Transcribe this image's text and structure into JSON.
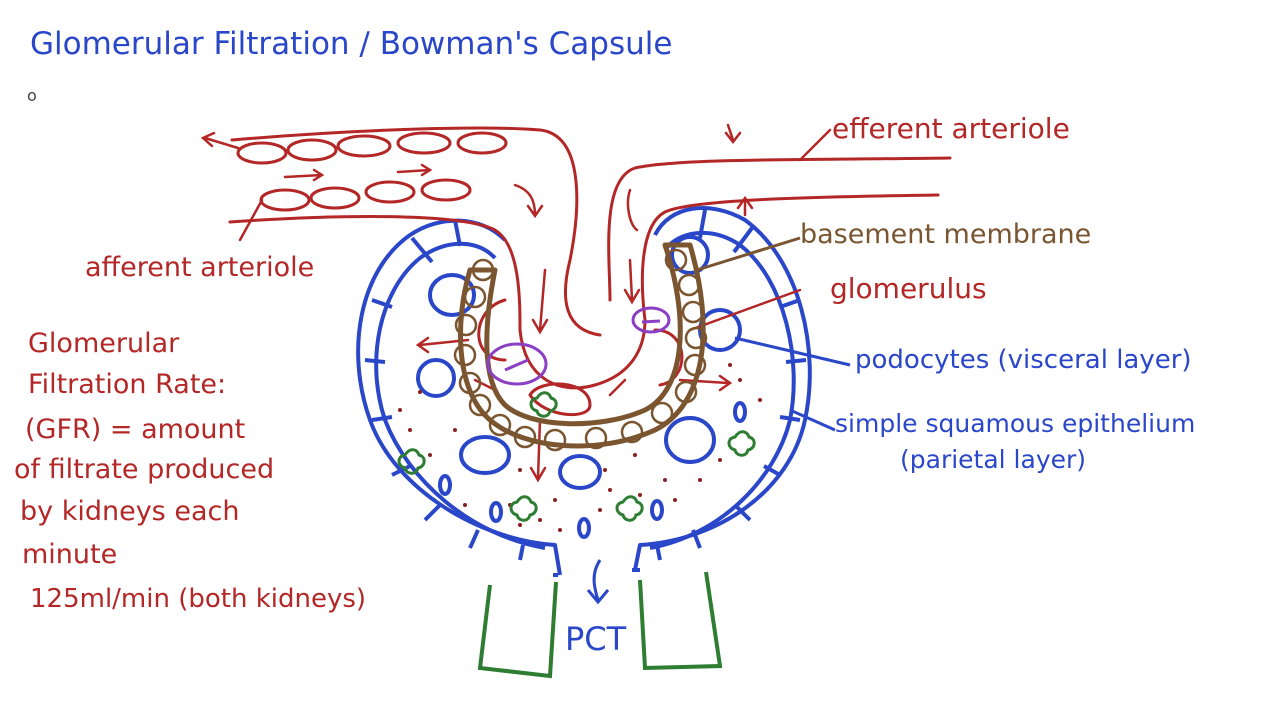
{
  "title": "Glomerular Filtration / Bowman's Capsule",
  "bullet": "o",
  "labels": {
    "efferent": "efferent arteriole",
    "afferent": "afferent arteriole",
    "basement": "basement membrane",
    "glomerulus": "glomerulus",
    "podocytes": "podocytes (visceral layer)",
    "simple_line1": "simple squamous epithelium",
    "simple_line2": "(parietal layer)",
    "pct": "PCT"
  },
  "gfr_notes": {
    "line1": "Glomerular",
    "line2": "Filtration Rate:",
    "line3": "(GFR) = amount",
    "line4": "of filtrate produced",
    "line5": "by kidneys each",
    "line6": "minute",
    "line7": "125ml/min (both kidneys)"
  },
  "colors": {
    "blue": "#2a46c9",
    "red": "#b42727",
    "brown": "#7a5530",
    "purple": "#8a3fc4",
    "green": "#2e7d32"
  }
}
